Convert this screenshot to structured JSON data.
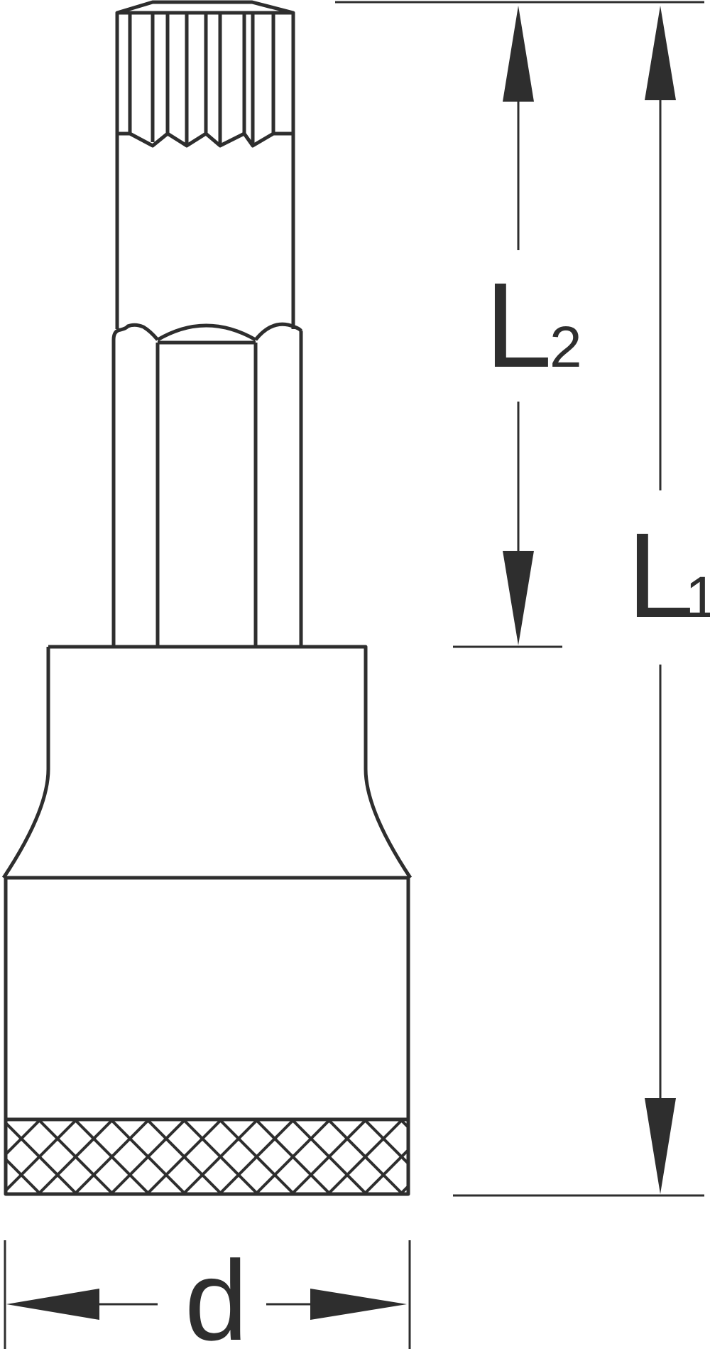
{
  "diagram": {
    "labels": {
      "overall_length": {
        "main": "L",
        "sub": "1"
      },
      "bit_length": {
        "main": "L",
        "sub": "2"
      },
      "diameter": {
        "main": "d"
      }
    },
    "colors": {
      "stroke": "#2e2e2e",
      "background": "#ffffff"
    }
  }
}
